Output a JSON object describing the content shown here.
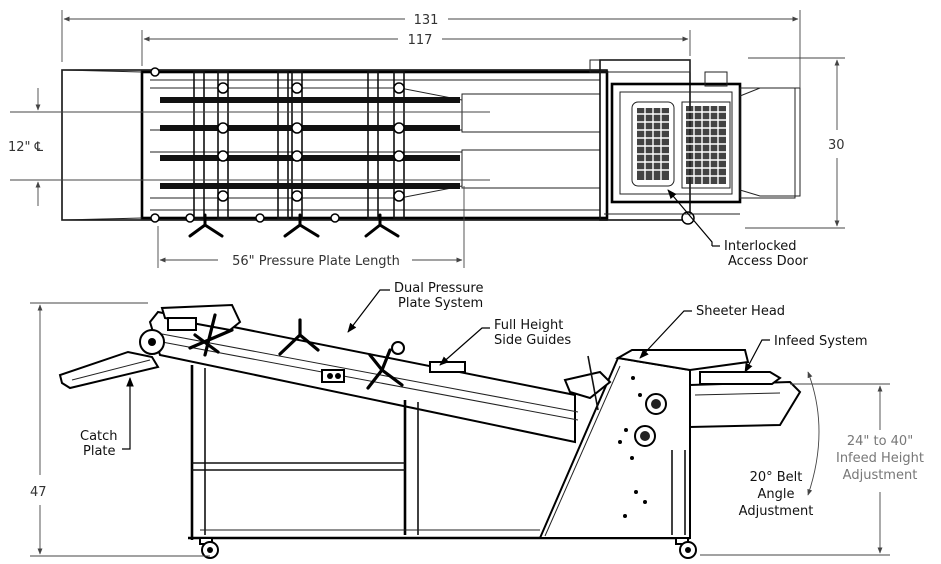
{
  "dimensions": {
    "overall_length": "131",
    "frame_length": "117",
    "width": "30",
    "centerline_spacing": "12\" ℄",
    "pressure_plate_length": "56\" Pressure Plate Length",
    "height": "47"
  },
  "callouts": {
    "interlocked_access_door": [
      "Interlocked",
      "Access Door"
    ],
    "dual_pressure_plate_system": [
      "Dual Pressure",
      "Plate System"
    ],
    "full_height_side_guides": [
      "Full Height",
      "Side Guides"
    ],
    "sheeter_head": "Sheeter Head",
    "infeed_system": "Infeed System",
    "catch_plate": [
      "Catch",
      "Plate"
    ],
    "belt_angle_adjustment": [
      "20° Belt",
      "Angle",
      "Adjustment"
    ],
    "infeed_height_adjustment": [
      "24\" to 40\"",
      "Infeed Height",
      "Adjustment"
    ]
  }
}
